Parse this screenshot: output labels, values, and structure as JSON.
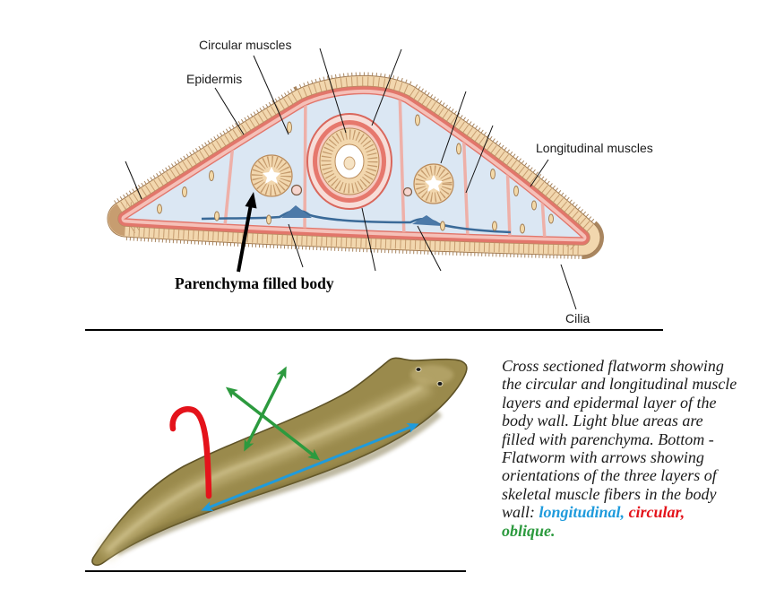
{
  "figure": {
    "cross_section_labels": {
      "circular_muscles": "Circular muscles",
      "epidermis": "Epidermis",
      "longitudinal_muscles": "Longitudinal muscles",
      "parenchyma": "Parenchyma filled body",
      "cilia": "Cilia"
    }
  },
  "caption": {
    "lines": [
      "Cross sectioned flatworm showing",
      "the circular and longitudinal muscle",
      "layers and epidermal layer of the",
      "body wall. Light blue areas are",
      "filled with parenchyma. Bottom -",
      "Flatworm with arrows showing",
      "orientations of the three layers of",
      "skeletal muscle fibers in the body"
    ],
    "wall_prefix": "wall:",
    "longitudinal": "longitudinal,",
    "circular": "circular,",
    "oblique": "oblique."
  },
  "colors": {
    "longitudinal": "#1f9bdc",
    "circular": "#e4131b",
    "oblique": "#2c9a3e",
    "parenchyma": "#dbe7f3",
    "circular_muscle_layer": "#e2766b",
    "epidermis": "#f2d7ae"
  }
}
